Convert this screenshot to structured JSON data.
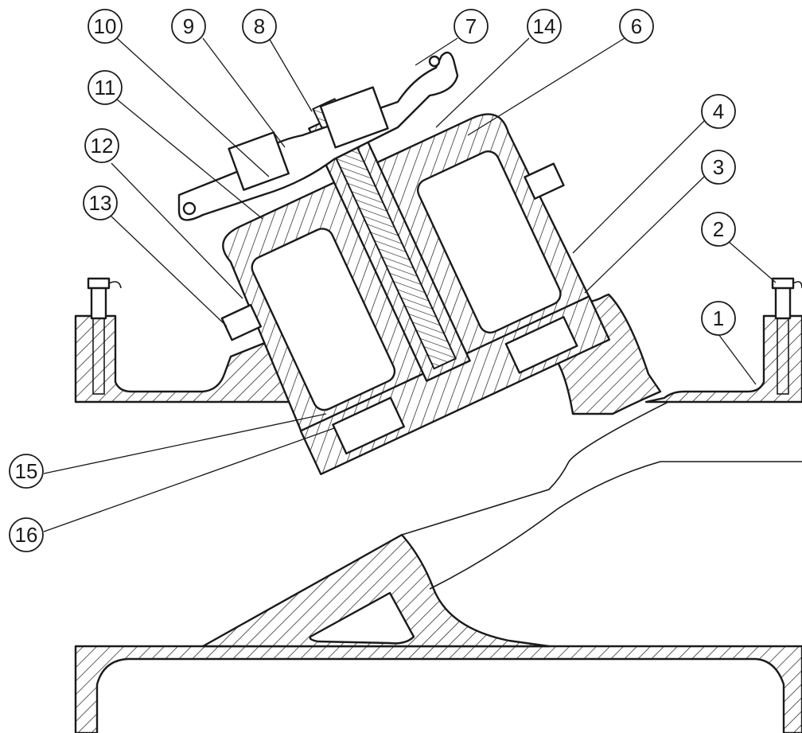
{
  "callouts": [
    {
      "id": "1",
      "label": "1"
    },
    {
      "id": "2",
      "label": "2"
    },
    {
      "id": "3",
      "label": "3"
    },
    {
      "id": "4",
      "label": "4"
    },
    {
      "id": "6",
      "label": "6"
    },
    {
      "id": "7",
      "label": "7"
    },
    {
      "id": "8",
      "label": "8"
    },
    {
      "id": "9",
      "label": "9"
    },
    {
      "id": "10",
      "label": "10"
    },
    {
      "id": "11",
      "label": "11"
    },
    {
      "id": "12",
      "label": "12"
    },
    {
      "id": "13",
      "label": "13"
    },
    {
      "id": "14",
      "label": "14"
    },
    {
      "id": "15",
      "label": "15"
    },
    {
      "id": "16",
      "label": "16"
    }
  ]
}
